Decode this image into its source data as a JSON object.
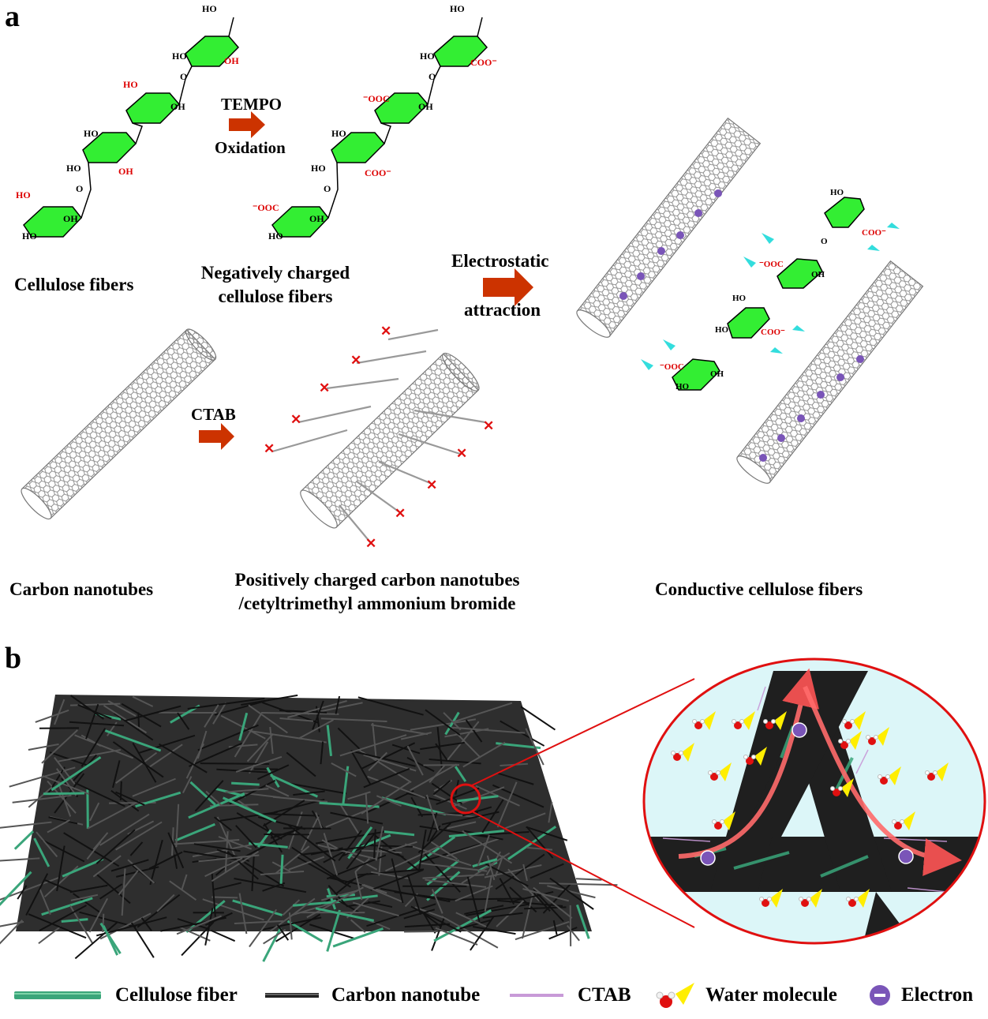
{
  "panels": {
    "a": "a",
    "b": "b"
  },
  "labels": {
    "cellulose_fibers": "Cellulose fibers",
    "negative_fibers_line1": "Negatively charged",
    "negative_fibers_line2": "cellulose fibers",
    "tempo": "TEMPO",
    "oxidation": "Oxidation",
    "electrostatic": "Electrostatic",
    "attraction": "attraction",
    "ctab_arrow": "CTAB",
    "carbon_nanotubes": "Carbon nanotubes",
    "positive_cnt_line1": "Positively charged carbon nanotubes",
    "positive_cnt_line2": "/cetyltrimethyl ammonium bromide",
    "conductive_fibers": "Conductive cellulose fibers"
  },
  "molecule_groups": {
    "oh": "OH",
    "ho": "HO",
    "o": "O",
    "coo": "COO⁻",
    "ooc": "⁻OOC"
  },
  "legend": [
    {
      "key": "cellulose",
      "label": "Cellulose fiber"
    },
    {
      "key": "cnt",
      "label": "Carbon nanotube"
    },
    {
      "key": "ctab",
      "label": "CTAB"
    },
    {
      "key": "water",
      "label": "Water molecule"
    },
    {
      "key": "electron",
      "label": "Electron"
    }
  ],
  "colors": {
    "ring_fill": "#33ee33",
    "arrow": "#cc3300",
    "red_text": "#dd0000",
    "cnt_gray": "#888888",
    "cyan_arrow": "#33dddd",
    "electron": "#7a55b8",
    "cellulose_fiber": "#3aa57a",
    "ctab_line": "#c89ad8",
    "magnifier_red": "#e01010",
    "bg_water": "#dcf6f8"
  }
}
